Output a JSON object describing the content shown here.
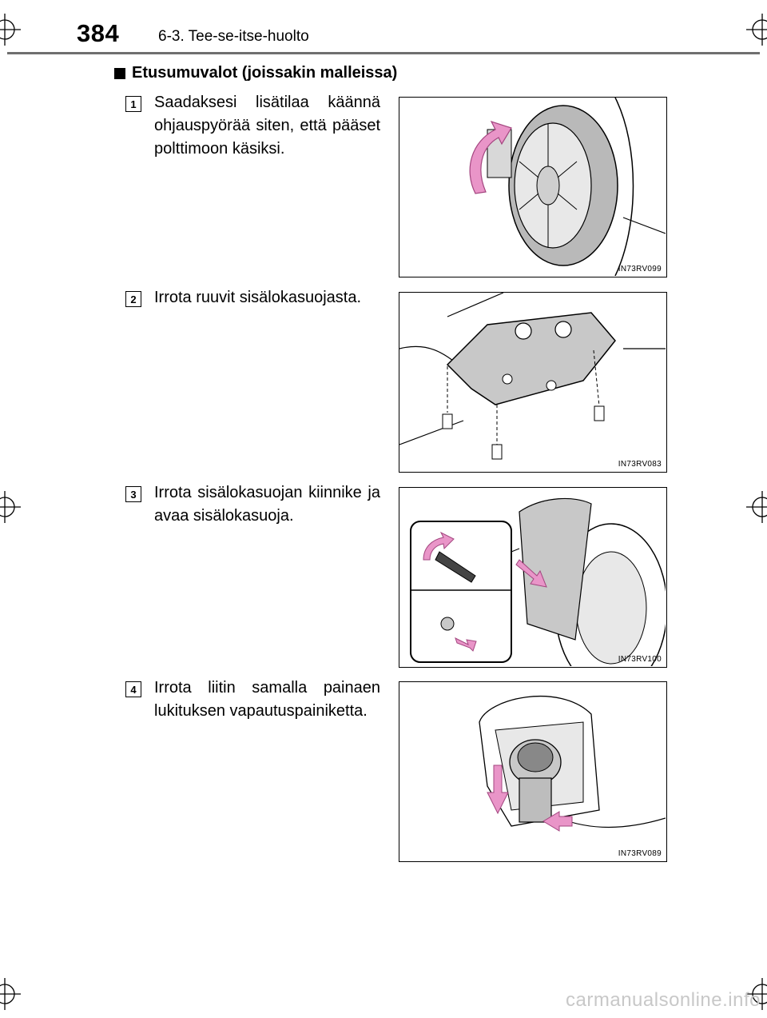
{
  "header": {
    "page_number": "384",
    "section": "6-3. Tee-se-itse-huolto"
  },
  "subheading": "Etusumuvalot (joissakin malleissa)",
  "steps": [
    {
      "number": "1",
      "text": "Saadaksesi lisätilaa käännä ohjauspyörää siten, että pääset polttimoon käsiksi.",
      "figure_code": "IN73RV099"
    },
    {
      "number": "2",
      "text": "Irrota ruuvit sisälokasuojasta.",
      "figure_code": "IN73RV083"
    },
    {
      "number": "3",
      "text": "Irrota sisälokasuojan kiinnike ja avaa sisälokasuoja.",
      "figure_code": "IN73RV100"
    },
    {
      "number": "4",
      "text": "Irrota liitin samalla painaen lukituksen vapautuspainiketta.",
      "figure_code": "IN73RV089"
    }
  ],
  "watermark": "carmanualsonline.info",
  "colors": {
    "arrow": "#e995c8",
    "arrow_outline": "#a3457f",
    "part_gray": "#c8c8c8",
    "rule": "#6f6f6f"
  }
}
